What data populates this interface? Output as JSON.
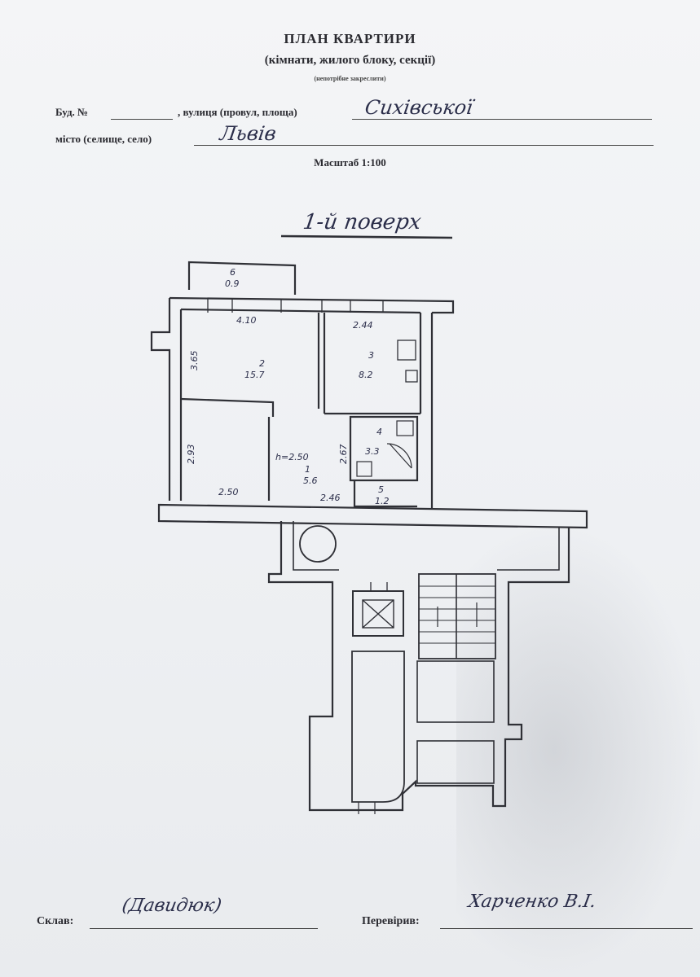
{
  "header": {
    "title": "ПЛАН КВАРТИРИ",
    "subtitle": "(кімнати, жилого блоку, секції)",
    "note": "(непотрібне закреслити)"
  },
  "address": {
    "building_label": "Буд. №",
    "building_value": "",
    "street_label": ", вулиця (провул, площа)",
    "street_value": "Сихівської",
    "city_label": "місто (селище, село)",
    "city_value": "Львів"
  },
  "scale": "Масштаб 1:100",
  "floor_label": "1-й поверх",
  "plan": {
    "balcony": {
      "number": "6",
      "area": "0.9"
    },
    "dims": {
      "top_left": "4.10",
      "top_right": "2.44",
      "left_upper": "3.65",
      "left_lower": "2.93",
      "bottom_left": "2.50",
      "hall_height": "h=2.50",
      "hall_bottom": "2.46",
      "bath_side": "2.67"
    },
    "rooms": [
      {
        "number": "2",
        "area": "15.7"
      },
      {
        "number": "3",
        "area": "8.2"
      },
      {
        "number": "4",
        "area": "3.3"
      },
      {
        "number": "1",
        "area": "5.6"
      },
      {
        "number": "5",
        "area": "1.2"
      }
    ]
  },
  "footer": {
    "compiled_label": "Склав:",
    "compiled_sig": "(Давидюк)",
    "checked_label": "Перевірив:",
    "checked_sig": "Харченко В.І."
  }
}
